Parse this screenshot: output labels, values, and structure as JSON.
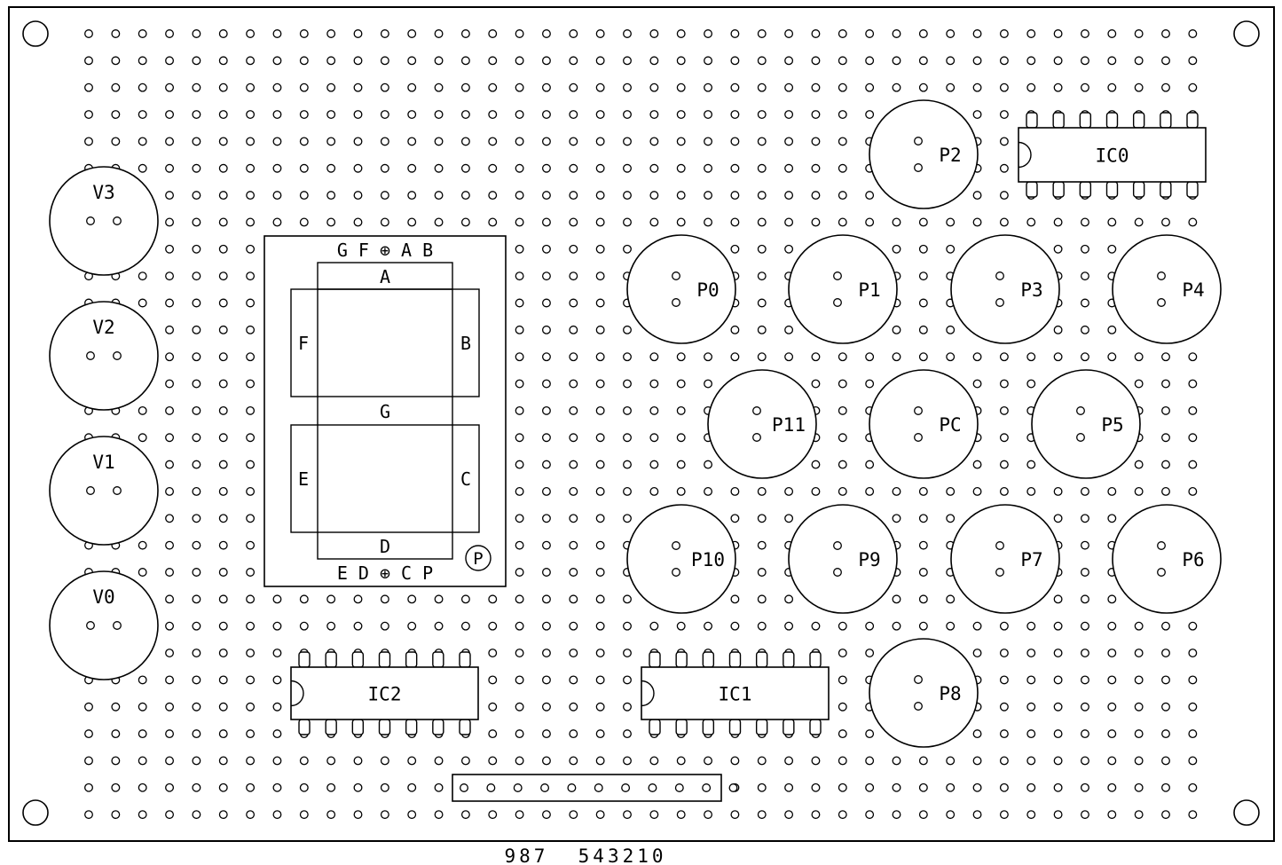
{
  "diagram": {
    "colors": {
      "ink": "#000000",
      "paper": "#ffffff"
    },
    "hole_grid": {
      "columns": 42,
      "rows": 30
    },
    "pots": [
      {
        "label": "V3"
      },
      {
        "label": "V2"
      },
      {
        "label": "V1"
      },
      {
        "label": "V0"
      },
      {
        "label": "P2"
      },
      {
        "label": "P0"
      },
      {
        "label": "P1"
      },
      {
        "label": "P3"
      },
      {
        "label": "P4"
      },
      {
        "label": "P11"
      },
      {
        "label": "PC"
      },
      {
        "label": "P5"
      },
      {
        "label": "P10"
      },
      {
        "label": "P9"
      },
      {
        "label": "P7"
      },
      {
        "label": "P6"
      },
      {
        "label": "P8"
      }
    ],
    "chips": [
      {
        "label": "IC0",
        "pins_per_side": 7
      },
      {
        "label": "IC2",
        "pins_per_side": 7
      },
      {
        "label": "IC1",
        "pins_per_side": 7
      }
    ],
    "seven_segment": {
      "top_pins": "G F ⊕ A B",
      "bottom_pins": "E D ⊕ C P",
      "segment_a": "A",
      "segment_b": "B",
      "segment_c": "C",
      "segment_d": "D",
      "segment_e": "E",
      "segment_f": "F",
      "segment_g": "G",
      "decimal_point": "P"
    },
    "header": {
      "pin_count": 11,
      "pin_numbers": "987  543210"
    }
  }
}
